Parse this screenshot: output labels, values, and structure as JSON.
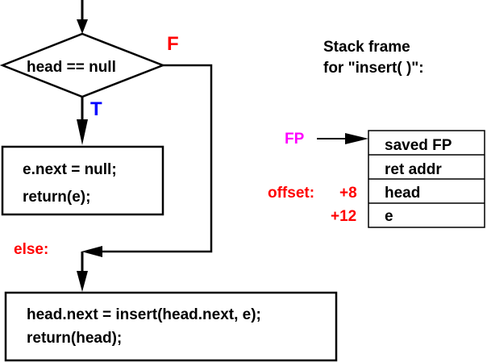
{
  "flowchart": {
    "condition": "head == null",
    "false_label": "F",
    "true_label": "T",
    "true_block": [
      "e.next = null;",
      "return(e);"
    ],
    "else_label": "else:",
    "else_block": [
      "head.next = insert(head.next, e);",
      "return(head);"
    ]
  },
  "stack_frame": {
    "title_line1": "Stack frame",
    "title_line2": "for \"insert( )\":",
    "pointer_label": "FP",
    "offset_label": "offset:",
    "rows": [
      {
        "label": "saved FP",
        "offset": ""
      },
      {
        "label": "ret addr",
        "offset": ""
      },
      {
        "label": "head",
        "offset": "+8"
      },
      {
        "label": "e",
        "offset": "+12"
      }
    ]
  },
  "colors": {
    "false": "#ff0000",
    "true": "#0000ff",
    "else": "#ff0000",
    "offset": "#ff0000",
    "frame_pointer": "#ff00ff"
  }
}
